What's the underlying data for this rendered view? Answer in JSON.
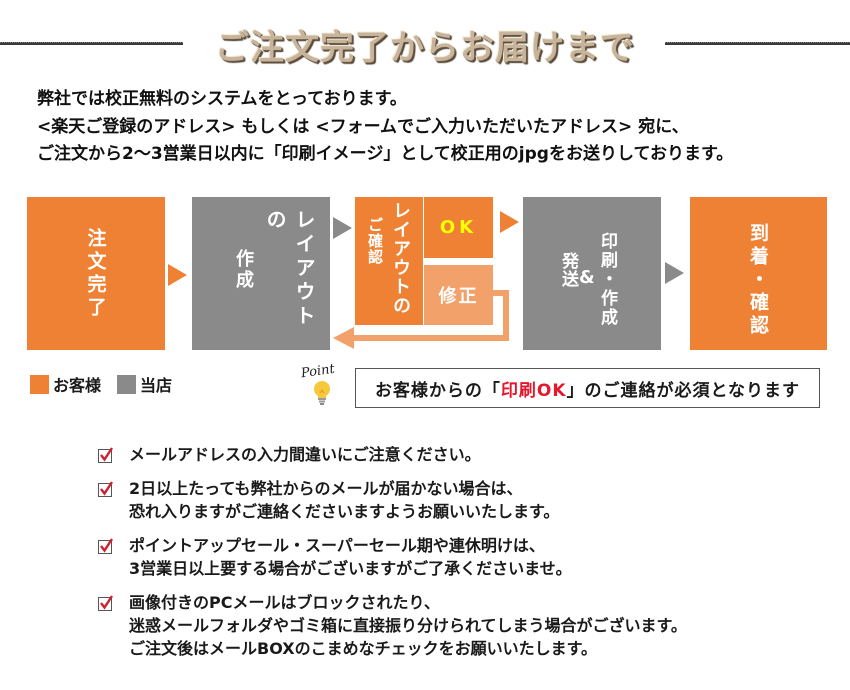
{
  "title": "ご注文完了からお届けまで",
  "intro": {
    "lines": [
      "弊社では校正無料のシステムをとっております。",
      "<楽天ご登録のアドレス> もしくは <フォームでご入力いただいたアドレス> 宛に、",
      "ご注文から2〜3営業日以内に「印刷イメージ」として校正用のjpgをお送りしております。"
    ]
  },
  "flow": {
    "steps": [
      {
        "id": "order-complete",
        "label": "注文完了",
        "owner": "customer"
      },
      {
        "id": "layout-creation",
        "label_col1": "レイアウトの",
        "label_col2": "作成",
        "owner": "shop"
      },
      {
        "id": "layout-confirm",
        "label_col1": "レイアウトの",
        "label_col2": "ご確認",
        "owner": "customer",
        "branches": {
          "ok": "OK",
          "revise": "修正"
        }
      },
      {
        "id": "print-ship",
        "label_col1": "印刷・作成",
        "label_amp": "&",
        "label_col2": "発送",
        "owner": "shop"
      },
      {
        "id": "arrival",
        "label": "到着・確認",
        "owner": "customer"
      }
    ]
  },
  "legend": {
    "items": [
      {
        "label": "お客様",
        "color": "#ee8134"
      },
      {
        "label": "当店",
        "color": "#8a8a8a"
      }
    ]
  },
  "point": {
    "badge": "Point",
    "message_before": "お客様からの「",
    "message_highlight": "印刷OK",
    "message_after": "」のご連絡が必須となります"
  },
  "checklist": [
    {
      "lines": [
        "メールアドレスの入力間違いにご注意ください。"
      ]
    },
    {
      "lines": [
        "2日以上たっても弊社からのメールが届かない場合は、",
        "恐れ入りますがご連絡くださいますようお願いいたします。"
      ]
    },
    {
      "lines": [
        "ポイントアップセール・スーパーセール期や連休明けは、",
        "3営業日以上要する場合がございますがご了承くださいませ。"
      ]
    },
    {
      "lines": [
        "画像付きのPCメールはブロックされたり、",
        "迷惑メールフォルダやゴミ箱に直接振り分けられてしまう場合がございます。",
        "ご注文後はメールBOXのこまめなチェックをお願いいたします。"
      ]
    }
  ],
  "colors": {
    "customer": "#ee8134",
    "shop": "#8a8a8a",
    "revise": "#f3a16a",
    "ok_text": "#ffff00",
    "highlight": "#e5172d",
    "check": "#d0202e"
  }
}
